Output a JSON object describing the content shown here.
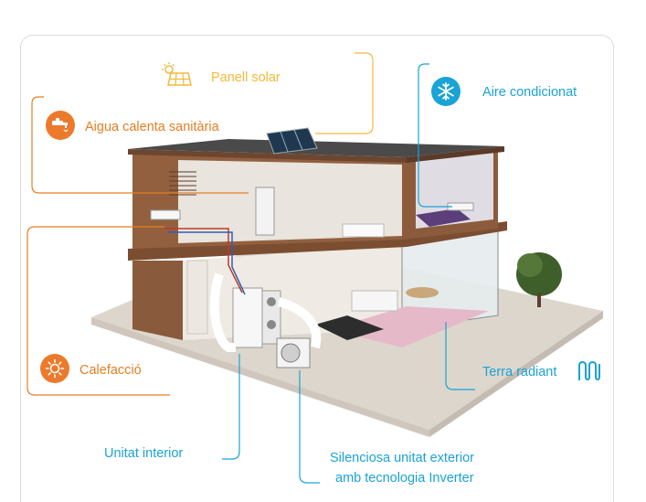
{
  "labels": {
    "solar": "Panell solar",
    "hot_water": "Aigua calenta sanitària",
    "air_conditioning": "Aire condicionat",
    "heating": "Calefacció",
    "underfloor": "Terra radiant",
    "indoor_unit": "Unitat interior",
    "outdoor_unit_line1": "Silenciosa unitat exterior",
    "outdoor_unit_line2": "amb tecnologia Inverter"
  },
  "colors": {
    "orange": "#e67e22",
    "yellow": "#f2b93a",
    "blue": "#1aa3d6"
  },
  "icons": [
    "solar-panel-icon",
    "faucet-icon",
    "snowflake-icon",
    "sun-icon",
    "underfloor-heating-icon"
  ]
}
